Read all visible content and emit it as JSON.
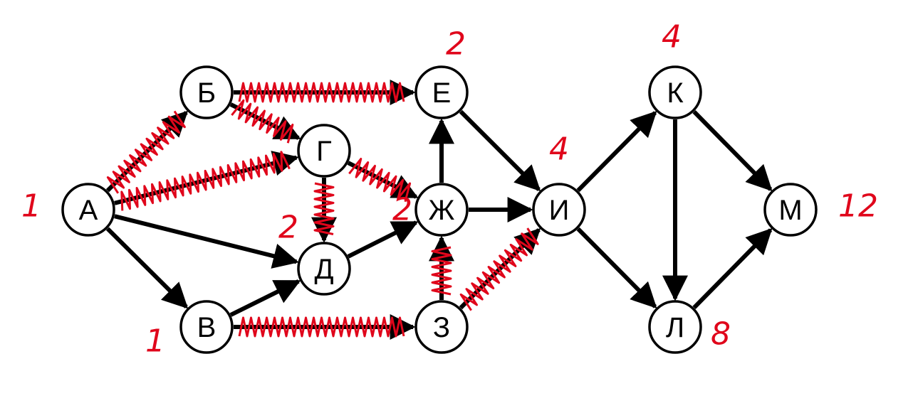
{
  "colors": {
    "node_stroke": "#000000",
    "edge": "#000000",
    "annotation": "#e0061b"
  },
  "nodes": [
    {
      "id": "A",
      "label": "А"
    },
    {
      "id": "B",
      "label": "Б"
    },
    {
      "id": "V",
      "label": "В"
    },
    {
      "id": "G",
      "label": "Г"
    },
    {
      "id": "D",
      "label": "Д"
    },
    {
      "id": "E",
      "label": "Е"
    },
    {
      "id": "Zh",
      "label": "Ж"
    },
    {
      "id": "Z",
      "label": "З"
    },
    {
      "id": "I",
      "label": "И"
    },
    {
      "id": "K",
      "label": "К"
    },
    {
      "id": "L",
      "label": "Л"
    },
    {
      "id": "M",
      "label": "М"
    }
  ],
  "edges": [
    {
      "from": "A",
      "to": "B"
    },
    {
      "from": "A",
      "to": "G"
    },
    {
      "from": "A",
      "to": "D"
    },
    {
      "from": "A",
      "to": "V"
    },
    {
      "from": "B",
      "to": "E"
    },
    {
      "from": "B",
      "to": "G"
    },
    {
      "from": "V",
      "to": "D"
    },
    {
      "from": "V",
      "to": "Z"
    },
    {
      "from": "G",
      "to": "D"
    },
    {
      "from": "G",
      "to": "Zh"
    },
    {
      "from": "D",
      "to": "Zh"
    },
    {
      "from": "Zh",
      "to": "E"
    },
    {
      "from": "Zh",
      "to": "I"
    },
    {
      "from": "Z",
      "to": "Zh"
    },
    {
      "from": "Z",
      "to": "I"
    },
    {
      "from": "E",
      "to": "I"
    },
    {
      "from": "I",
      "to": "K"
    },
    {
      "from": "I",
      "to": "L"
    },
    {
      "from": "K",
      "to": "L"
    },
    {
      "from": "K",
      "to": "M"
    },
    {
      "from": "L",
      "to": "M"
    }
  ],
  "crossed_out_edges": [
    {
      "from": "A",
      "to": "B"
    },
    {
      "from": "A",
      "to": "G"
    },
    {
      "from": "B",
      "to": "E"
    },
    {
      "from": "B",
      "to": "G"
    },
    {
      "from": "G",
      "to": "D"
    },
    {
      "from": "G",
      "to": "Zh"
    },
    {
      "from": "V",
      "to": "Z"
    },
    {
      "from": "Z",
      "to": "Zh"
    },
    {
      "from": "Z",
      "to": "I"
    }
  ],
  "annotations": [
    {
      "node": "A",
      "text": "1"
    },
    {
      "node": "V",
      "text": "1"
    },
    {
      "node": "D",
      "text": "2"
    },
    {
      "node": "E",
      "text": "2"
    },
    {
      "node": "Zh",
      "text": "2"
    },
    {
      "node": "I",
      "text": "4"
    },
    {
      "node": "K",
      "text": "4"
    },
    {
      "node": "L",
      "text": "8"
    },
    {
      "node": "M",
      "text": "12"
    }
  ]
}
